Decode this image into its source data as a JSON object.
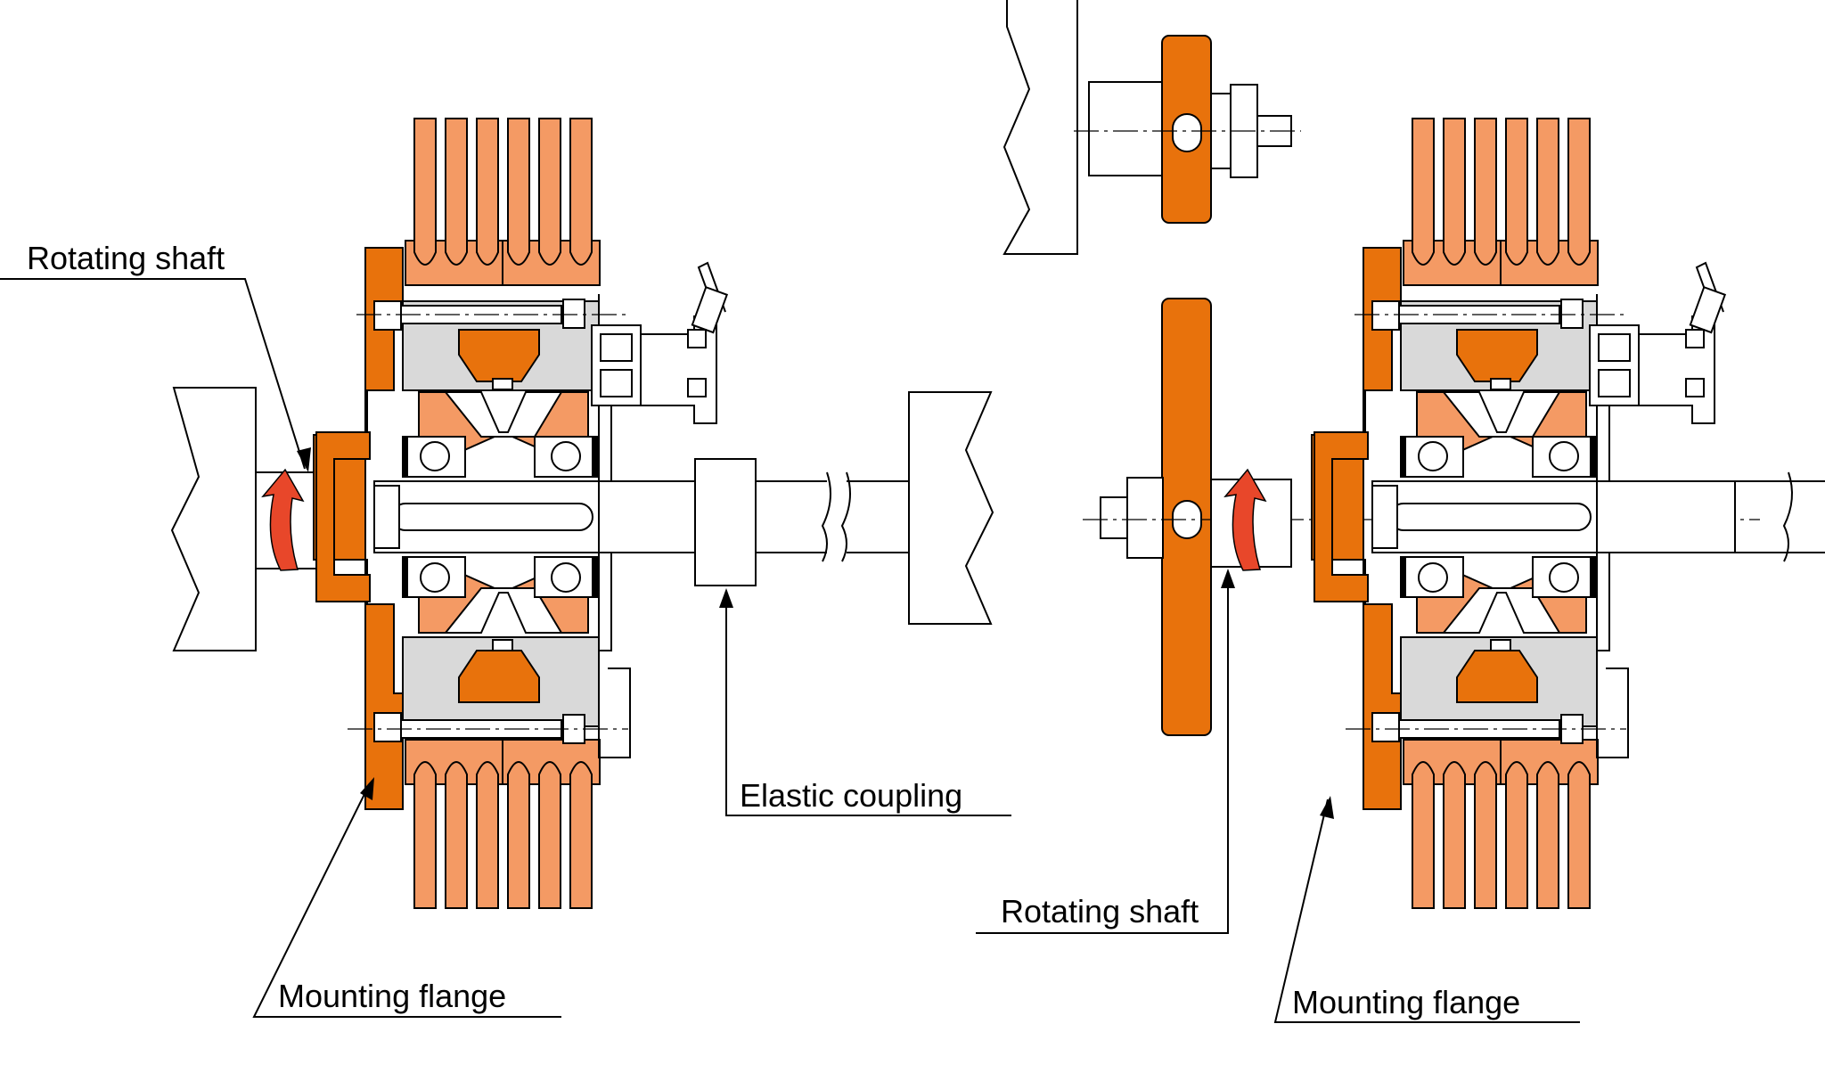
{
  "labels": {
    "rotating_shaft_left": "Rotating shaft",
    "mounting_flange_left": "Mounting flange",
    "elastic_coupling": "Elastic coupling",
    "rotating_shaft_right": "Rotating shaft",
    "mounting_flange_right": "Mounting flange"
  },
  "colors": {
    "orange_dark": "#E8720C",
    "orange_light": "#F49A64",
    "housing_gray": "#D9D9D9",
    "arrow_red": "#E8472A"
  },
  "icons": {
    "rotation_arrow": "curved-arrow-icon"
  }
}
